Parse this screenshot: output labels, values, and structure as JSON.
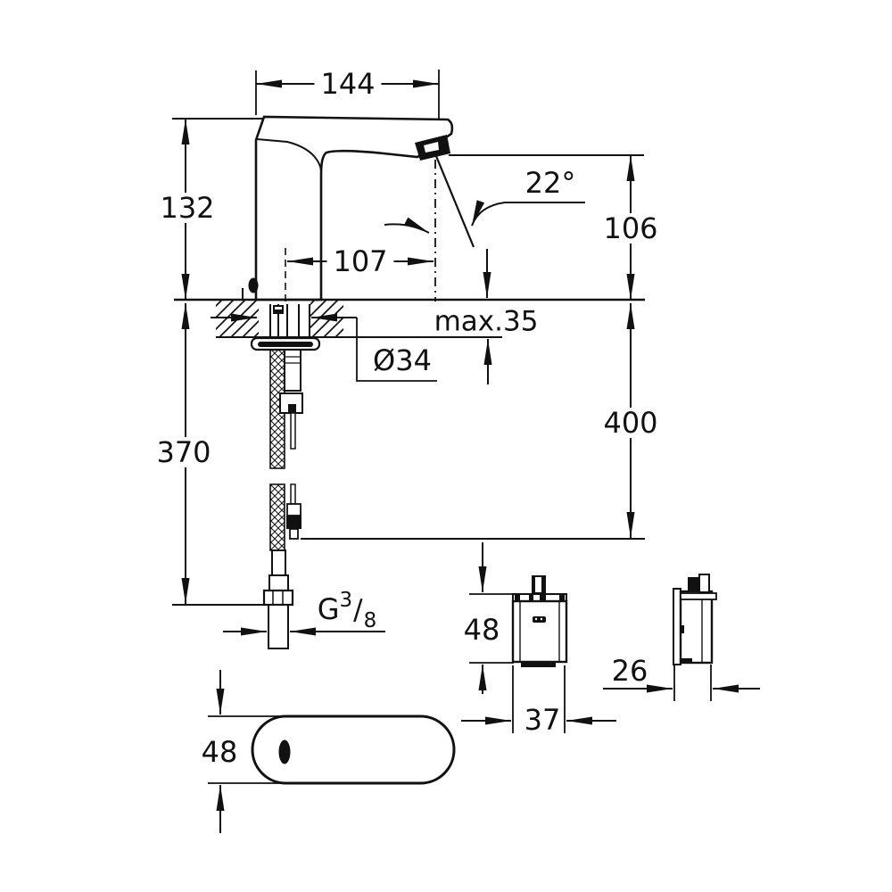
{
  "labels": {
    "spout_length": "144",
    "body_height": "132",
    "spout_reach": "107",
    "spray_angle": "22°",
    "outlet_height": "106",
    "deck_max_thickness": "max.35",
    "hole_diameter": "Ø34",
    "cable_length": "400",
    "hose_length": "370",
    "thread_g": "G",
    "thread_num": "3",
    "thread_slash": "/",
    "thread_den": "8",
    "control_box_height": "48",
    "control_box_width": "37",
    "control_box_depth": "26",
    "base_width": "48"
  },
  "colors": {
    "line": "#111111",
    "background": "#ffffff"
  }
}
